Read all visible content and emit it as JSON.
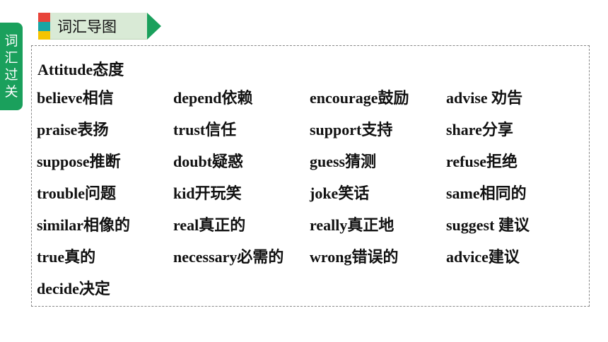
{
  "side_tab": {
    "chars": [
      "词",
      "汇",
      "过",
      "关"
    ]
  },
  "header": {
    "title": "词汇导图"
  },
  "vocab": {
    "heading": "Attitude态度",
    "rows": [
      [
        "believe相信",
        "depend依赖",
        "encourage鼓励",
        "advise 劝告"
      ],
      [
        "praise表扬",
        "trust信任",
        "support支持",
        "share分享"
      ],
      [
        "suppose推断",
        "doubt疑惑",
        "guess猜测",
        "refuse拒绝"
      ],
      [
        "trouble问题",
        "kid开玩笑",
        "joke笑话",
        "same相同的"
      ],
      [
        "similar相像的",
        "real真正的",
        "really真正地",
        "suggest 建议"
      ],
      [
        "true真的",
        "necessary必需的",
        "wrong错误的",
        "advice建议"
      ],
      [
        "decide决定",
        "",
        "",
        ""
      ]
    ]
  }
}
